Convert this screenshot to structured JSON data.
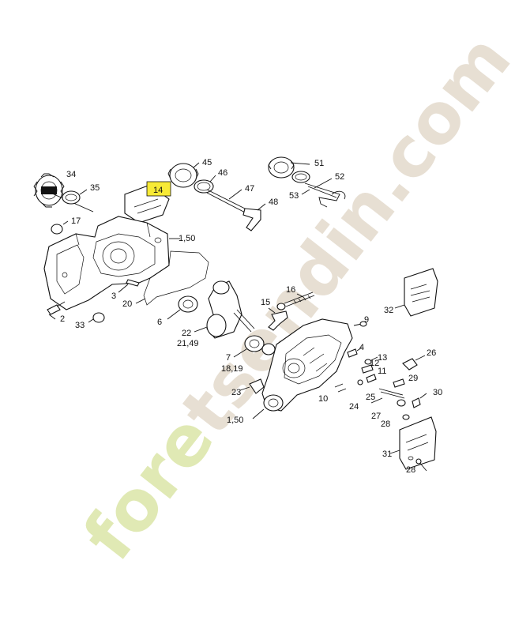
{
  "watermark": {
    "text_dark": "fore",
    "text_light": "tsendin.com",
    "color_dark": "#e0e9b4",
    "color_light": "#e7dfd3"
  },
  "highlight_color": "#f7ea36",
  "labels": {
    "l34": "34",
    "l35": "35",
    "l14": "14",
    "l45": "45",
    "l46": "46",
    "l47": "47",
    "l48": "48",
    "l51": "51",
    "l52": "52",
    "l53": "53",
    "l17": "17",
    "l150a": "1,50",
    "l3": "3",
    "l20": "20",
    "l6": "6",
    "l2": "2",
    "l33": "33",
    "l16": "16",
    "l15": "15",
    "l32": "32",
    "l22": "22",
    "l2149": "21,49",
    "l9": "9",
    "l7": "7",
    "l1819": "18,19",
    "l4": "4",
    "l13": "13",
    "l26": "26",
    "l12": "12",
    "l11": "11",
    "l23": "23",
    "l29": "29",
    "l10": "10",
    "l25": "25",
    "l30": "30",
    "l24": "24",
    "l150b": "1,50",
    "l27": "27",
    "l28a": "28",
    "l31": "31",
    "l28b": "28"
  }
}
